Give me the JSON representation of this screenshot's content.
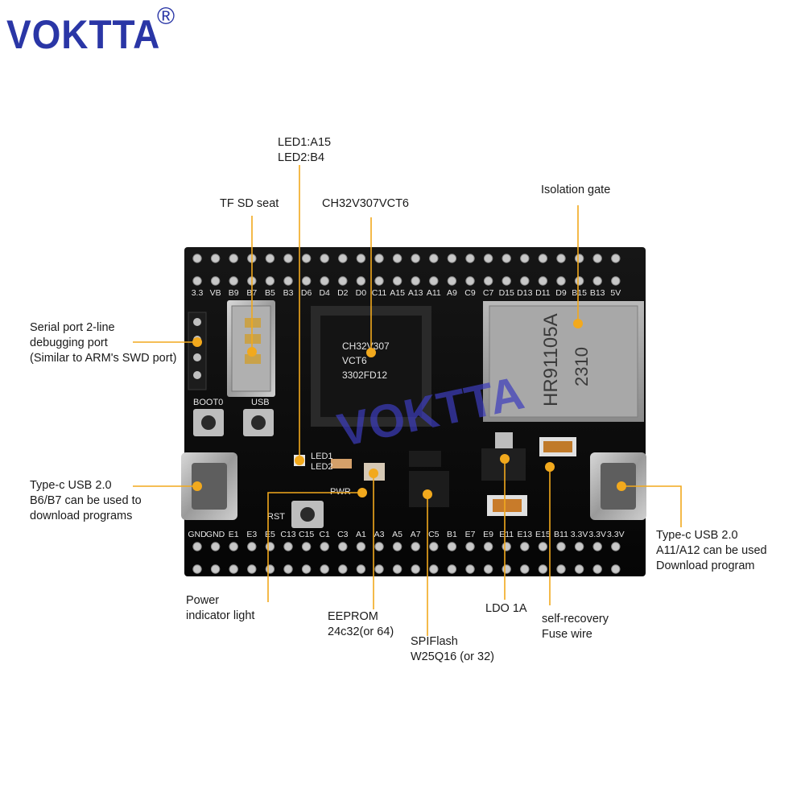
{
  "brand": {
    "name": "VOKTTA",
    "registered": "®"
  },
  "board": {
    "watermark": "VOKTTA",
    "top_pins": [
      "3.3",
      "VB",
      "B9",
      "B7",
      "B5",
      "B3",
      "D6",
      "D4",
      "D2",
      "D0",
      "C11",
      "A15",
      "A13",
      "A11",
      "A9",
      "C9",
      "C7",
      "D15",
      "D13",
      "D11",
      "D9",
      "B15",
      "B13",
      "5V"
    ],
    "bottom_pins": [
      "GND",
      "GND",
      "E1",
      "E3",
      "E5",
      "C13",
      "C15",
      "C1",
      "C3",
      "A1",
      "A3",
      "A5",
      "A7",
      "C5",
      "B1",
      "E7",
      "E9",
      "E11",
      "E13",
      "E15",
      "B11",
      "3.3V",
      "3.3V",
      "3.3V"
    ],
    "buttons": {
      "boot0": "BOOT0",
      "usb": "USB",
      "rst": "RST"
    },
    "led_labels": {
      "led1": "LED1",
      "led2": "LED2",
      "pwr": "PWR"
    },
    "chip_marking": [
      "CH32V307",
      "VCT6",
      "3302FD12"
    ],
    "magnetics_marking": [
      "HR91105A",
      "2310"
    ]
  },
  "callouts": {
    "led": "LED1:A15\nLED2:B4",
    "tf_sd": "TF SD seat",
    "mcu": "CH32V307VCT6",
    "isolation": "Isolation gate",
    "serial": "Serial port 2-line\ndebugging port\n(Similar to ARM's SWD port)",
    "usb_left": "Type-c USB 2.0\nB6/B7 can be used to\ndownload programs",
    "usb_right": "Type-c USB 2.0\nA11/A12 can be used\nDownload program",
    "power_led": "Power\nindicator light",
    "eeprom": "EEPROM\n24c32(or 64)",
    "spiflash": "SPIFlash\nW25Q16 (or 32)",
    "ldo": "LDO 1A",
    "fuse": "self-recovery\nFuse wire"
  },
  "colors": {
    "brand": "#2a36a6",
    "callout": "#f2a91d",
    "pcb": "#0d0d0d"
  }
}
